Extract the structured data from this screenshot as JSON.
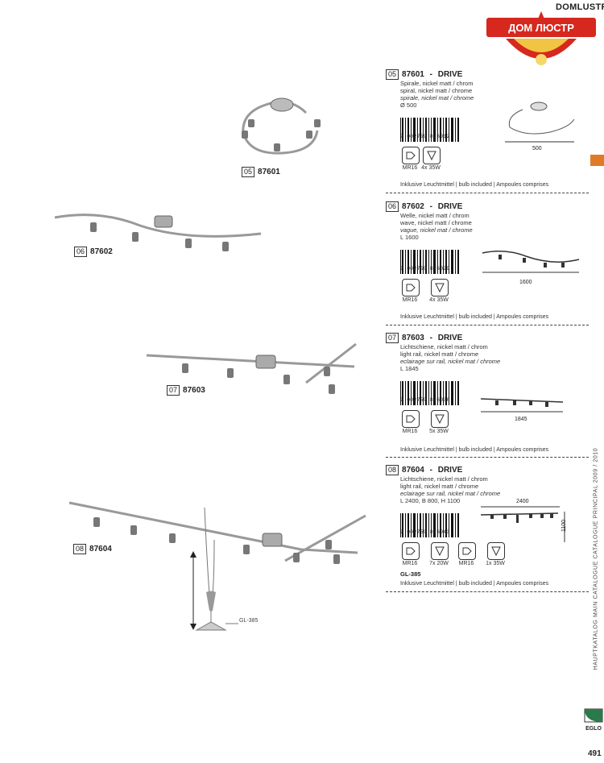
{
  "site": "DOMLUSTR.RU",
  "logo_text": "ДОМ ЛЮСТР",
  "products": [
    {
      "num": "05",
      "code": "87601",
      "name": "DRIVE",
      "line1": "Spirale, nickel matt / chrom",
      "line2": "spiral, nickel matt / chrome",
      "line3": "spirale, nickel mat / chrome",
      "size": "Ø 500",
      "barcode": "9 002759 876012",
      "icons": [
        {
          "label": "MR16"
        },
        {
          "label": "4x 35W"
        }
      ],
      "dim_label": "500",
      "footer": "Inklusive Leuchtmittel | bulb included | Ampoules comprises"
    },
    {
      "num": "06",
      "code": "87602",
      "name": "DRIVE",
      "line1": "Welle, nickel matt / chrom",
      "line2": "wave, nickel matt / chrome",
      "line3": "vague, nickel mat / chrome",
      "size": "L 1600",
      "barcode": "9 002759 876029",
      "icons": [
        {
          "label": "MR16"
        },
        {
          "label": "4x 35W"
        }
      ],
      "dim_label": "1600",
      "footer": "Inklusive Leuchtmittel | bulb included | Ampoules comprises"
    },
    {
      "num": "07",
      "code": "87603",
      "name": "DRIVE",
      "line1": "Lichtschiene, nickel matt / chrom",
      "line2": "light rail, nickel matt / chrome",
      "line3": "eclairage sur rail, nickel mat / chrome",
      "size": "L 1845",
      "barcode": "9 002759 876036",
      "icons": [
        {
          "label": "MR16"
        },
        {
          "label": "5x 35W"
        }
      ],
      "dim_label": "1845",
      "footer": "Inklusive Leuchtmittel | bulb included | Ampoules comprises"
    },
    {
      "num": "08",
      "code": "87604",
      "name": "DRIVE",
      "line1": "Lichtschiene, nickel matt / chrom",
      "line2": "light rail, nickel matt / chrome",
      "line3": "eclairage sur rail, nickel mat / chrome",
      "size": "L 2400, B 800, H 1100",
      "barcode": "9 002759 876043",
      "icons": [
        {
          "label": "MR16"
        },
        {
          "label": "7x 20W"
        },
        {
          "label": "MR16"
        },
        {
          "label": "1x 35W"
        }
      ],
      "dim_label": "2400",
      "dim_label2": "1100",
      "extra": "GL-385",
      "footer": "Inklusive Leuchtmittel | bulb included | Ampoules comprises"
    }
  ],
  "photo_labels": [
    {
      "num": "05",
      "code": "87601"
    },
    {
      "num": "06",
      "code": "87602"
    },
    {
      "num": "07",
      "code": "87603"
    },
    {
      "num": "08",
      "code": "87604"
    }
  ],
  "pendant_label": "GL-385",
  "side_text": "HAUPTKATALOG   MAIN CATALOGUE   CATALOGUE PRINCIPAL   2009 / 2010",
  "brand": "EGLO",
  "page_number": "491",
  "colors": {
    "accent": "#e07a25",
    "logo_red": "#d6281e"
  }
}
